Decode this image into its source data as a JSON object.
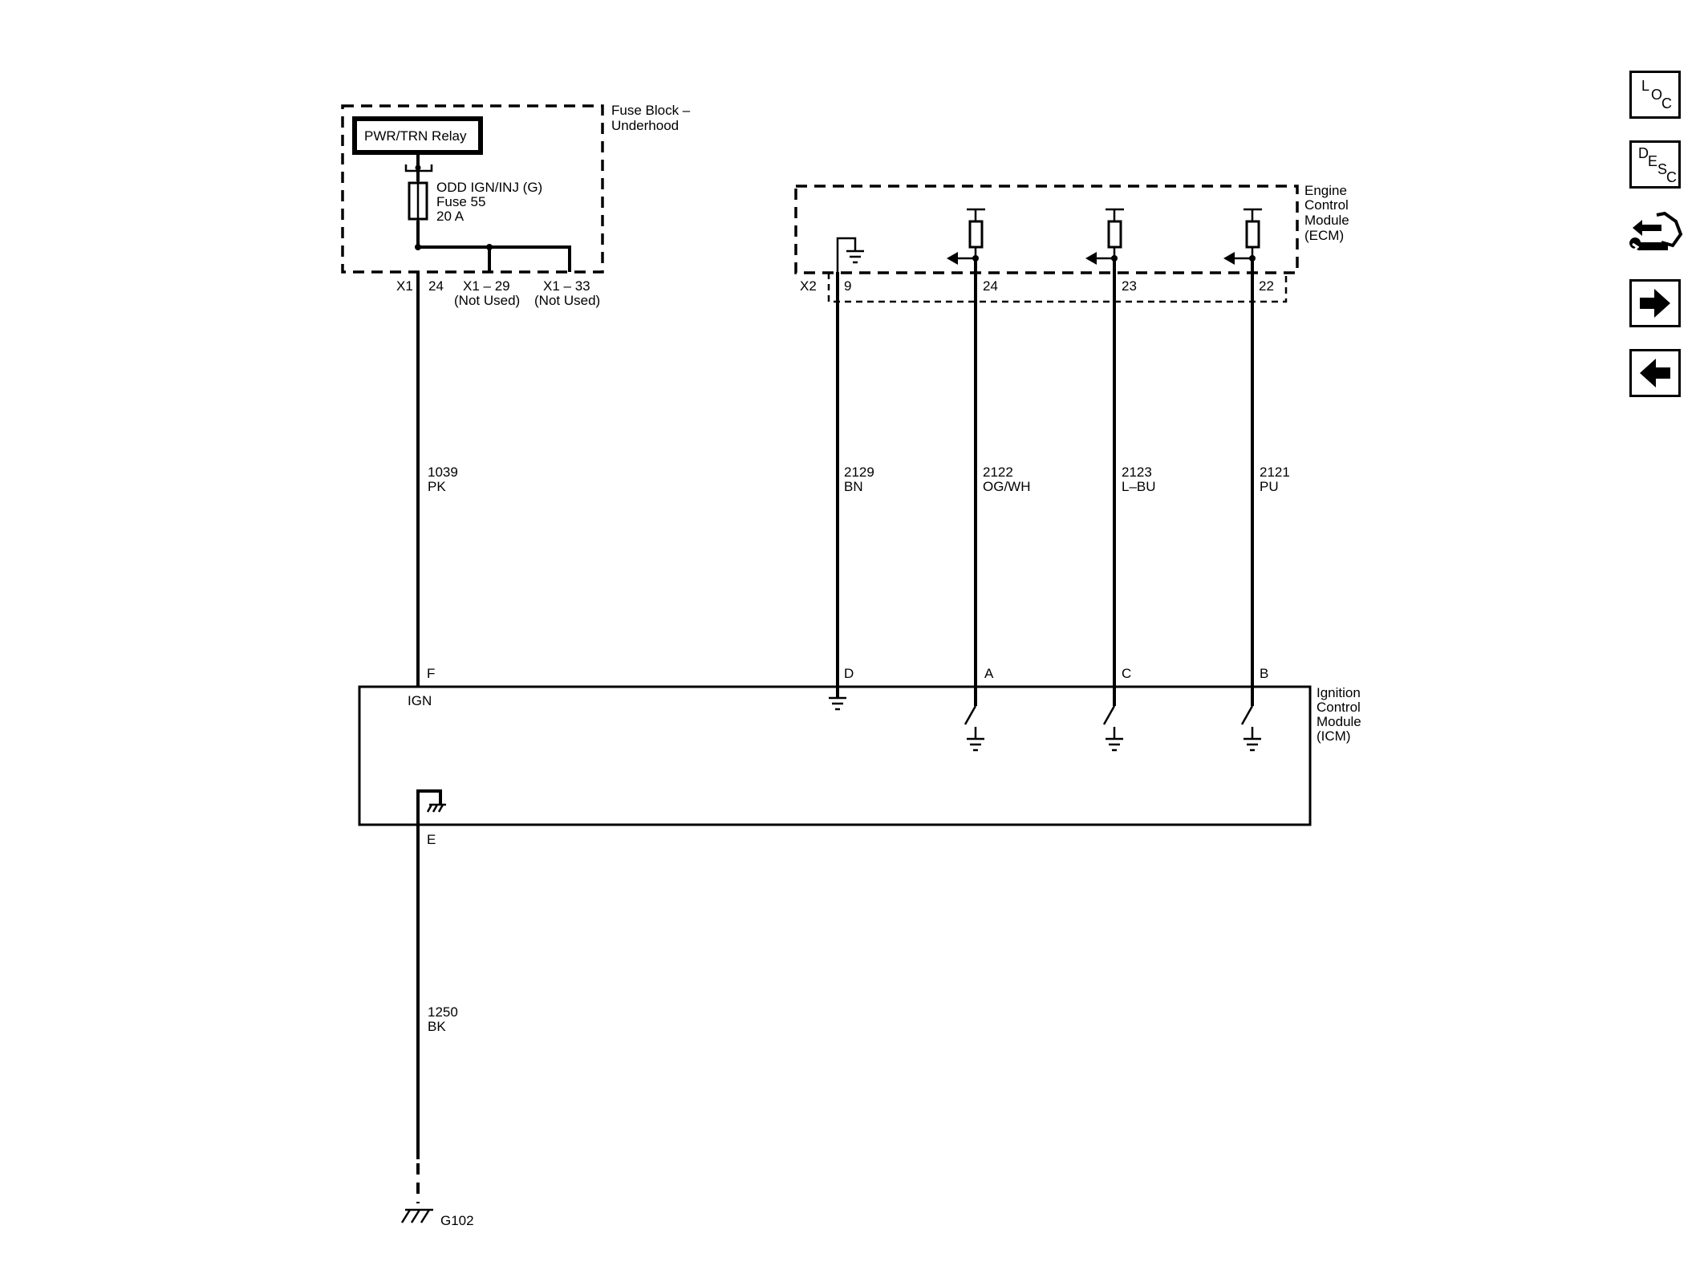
{
  "fuse_block": {
    "title_line1": "Fuse Block –",
    "title_line2": "Underhood",
    "relay_label": "PWR/TRN Relay",
    "fuse_line1": "ODD IGN/INJ (G)",
    "fuse_line2": "Fuse 55",
    "fuse_line3": "20 A",
    "connector": "X1",
    "pin": "24",
    "unused_pin_1": "X1 – 29",
    "unused_pin_2": "X1 – 33",
    "not_used": "(Not Used)"
  },
  "ecm": {
    "title_line1": "Engine",
    "title_line2": "Control",
    "title_line3": "Module",
    "title_line4": "(ECM)",
    "connector": "X2",
    "pins": [
      "9",
      "24",
      "23",
      "22"
    ]
  },
  "wires": [
    {
      "circuit": "1039",
      "color": "PK"
    },
    {
      "circuit": "2129",
      "color": "BN"
    },
    {
      "circuit": "2122",
      "color": "OG/WH"
    },
    {
      "circuit": "2123",
      "color": "L–BU"
    },
    {
      "circuit": "2121",
      "color": "PU"
    },
    {
      "circuit": "1250",
      "color": "BK"
    }
  ],
  "icm": {
    "title_line1": "Ignition",
    "title_line2": "Control",
    "title_line3": "Module",
    "title_line4": "(ICM)",
    "pins": [
      "F",
      "D",
      "A",
      "C",
      "B"
    ],
    "ign_label": "IGN",
    "ground_pin": "E"
  },
  "ground": {
    "label": "G102"
  },
  "nav": {
    "loc": {
      "a": "L",
      "b": "O",
      "c": "C"
    },
    "desc": {
      "a": "D",
      "b": "E",
      "c": "S",
      "d": "C"
    },
    "icons": [
      "connector-repair-icon",
      "arrow-right-icon",
      "arrow-left-icon"
    ]
  }
}
